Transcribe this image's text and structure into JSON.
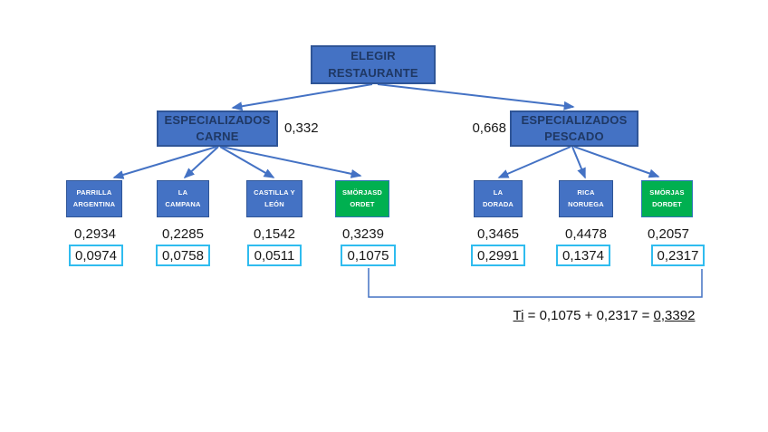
{
  "title_node": {
    "label": "ELEGIR\nRESTAURANTE"
  },
  "branches": [
    {
      "label": "ESPECIALIZADOS\nCARNE",
      "probability": "0,332",
      "children": [
        {
          "label": "PARRILLA\nARGENTINA",
          "probability": "0,2934",
          "value": "0,0974",
          "highlight": false
        },
        {
          "label": "LA\nCAMPANA",
          "probability": "0,2285",
          "value": "0,0758",
          "highlight": false
        },
        {
          "label": "CASTILLA Y\nLEÓN",
          "probability": "0,1542",
          "value": "0,0511",
          "highlight": false
        },
        {
          "label": "SMÖRJASD\nORDET",
          "probability": "0,3239",
          "value": "0,1075",
          "highlight": true
        }
      ]
    },
    {
      "label": "ESPECIALIZADOS\nPESCADO",
      "probability": "0,668",
      "children": [
        {
          "label": "LA\nDORADA",
          "probability": "0,3465",
          "value": "0,2991",
          "highlight": false
        },
        {
          "label": "RICA\nNORUEGA",
          "probability": "0,4478",
          "value": "0,1374",
          "highlight": false
        },
        {
          "label": "SMÖRJAS\nDORDET",
          "probability": "0,2057",
          "value": "0,2317",
          "highlight": true
        }
      ]
    }
  ],
  "formula": {
    "term": "Ti",
    "middle": " = 0,1075 + 0,2317 = ",
    "result": "0,3392"
  },
  "colors": {
    "node_blue": "#4472C4",
    "node_green": "#00B050",
    "node_border": "#2F5597",
    "green_border": "#2E75B6",
    "value_box_border": "#2FBCEF",
    "connector": "#4472C4",
    "header_text": "#1F3864"
  }
}
